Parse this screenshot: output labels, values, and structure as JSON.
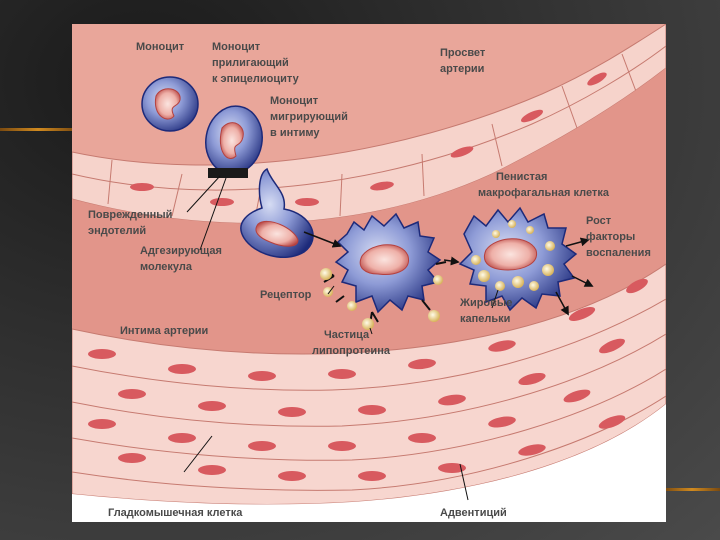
{
  "labels": {
    "monocyte": "Моноцит",
    "adhering_1": "Моноцит",
    "adhering_2": "прилигающий",
    "adhering_3": "к эпицелиоциту",
    "lumen_1": "Просвет",
    "lumen_2": "артерии",
    "migrating_1": "Моноцит",
    "migrating_2": "мигрирующий",
    "migrating_3": "в интиму",
    "foam_1": "Пенистая",
    "foam_2": "макрофагальная клетка",
    "growth_1": "Рост",
    "growth_2": "факторы",
    "growth_3": "воспаления",
    "damaged_1": "Поврежденный",
    "damaged_2": "эндотелий",
    "adhesion_1": "Адгезирующая",
    "adhesion_2": "молекула",
    "receptor": "Рецептор",
    "lipid_1": "Жировые",
    "lipid_2": "капельки",
    "intima": "Интима артерии",
    "lipoprotein_1": "Частица",
    "lipoprotein_2": "липопротеина",
    "smooth_muscle": "Гладкомышечная клетка",
    "adventitia": "Адвентиций"
  },
  "colors": {
    "lumen": "#e9a69a",
    "endothelium": "#f6d3cb",
    "intima": "#e2958a",
    "media": "#f7d6cf",
    "nucleus": "#d85a5f",
    "cell_blue": "#2f3d93",
    "cell_pale": "#a6b2de",
    "nucleus_pale": "#efbcb6",
    "lipid": "#f7e3a7"
  }
}
